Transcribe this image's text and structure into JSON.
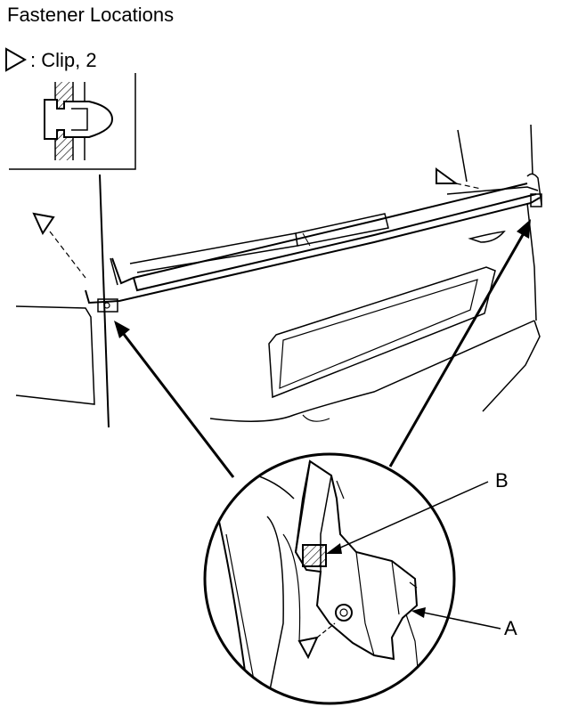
{
  "title": "Fastener Locations",
  "legend": {
    "symbol": "clip-triangle-icon",
    "text": ": Clip, 2"
  },
  "callouts": {
    "a": "A",
    "b": "B"
  },
  "colors": {
    "line": "#000000",
    "background": "#ffffff"
  }
}
